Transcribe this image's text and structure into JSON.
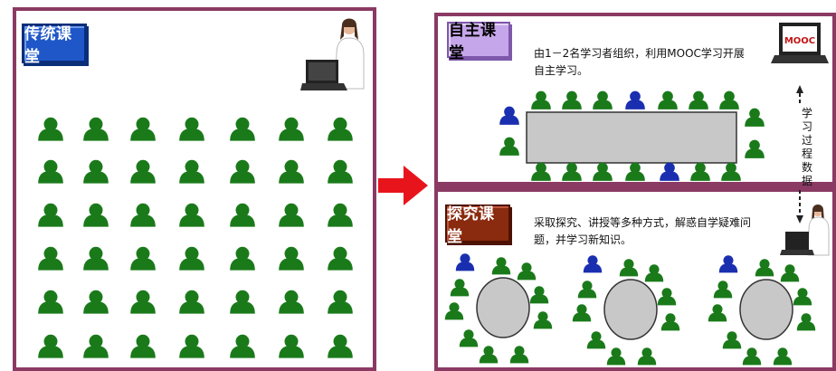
{
  "traditional": {
    "title": "传统课堂"
  },
  "autonomous": {
    "title": "自主课堂",
    "description": "由1－2名学习者组织，利用MOOC学习开展自主学习。",
    "mooc_label": "MOOC"
  },
  "inquiry": {
    "title": "探究课堂",
    "description": "采取探究、讲授等多种方式，解惑自学疑难问题，并学习新知识。"
  },
  "flow": {
    "label": "学习过程数据"
  },
  "colors": {
    "panel_border": "#8a3a63",
    "student": "#1a7a1a",
    "leader": "#1a2fb0",
    "table": "#c8c8c8",
    "arrow": "#e8141c"
  },
  "icons": [
    "person-icon",
    "leader-person-icon",
    "laptop-icon",
    "teacher-icon",
    "right-arrow-icon",
    "up-arrow-icon",
    "down-arrow-icon"
  ]
}
